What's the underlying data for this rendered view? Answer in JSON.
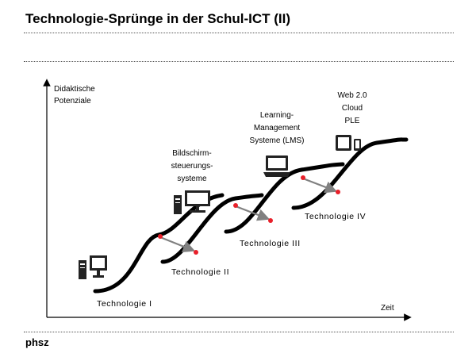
{
  "slide": {
    "title": "Technologie-Sprünge in der Schul-ICT (II)",
    "footer": "phsz"
  },
  "axes": {
    "y_label_lines": [
      "Didaktische",
      "Potenziale"
    ],
    "x_label": "Zeit"
  },
  "technologies": [
    {
      "label": "Technologie I",
      "icon": "desktop-pc-icon"
    },
    {
      "label": "Technologie II",
      "icon": "desktop-pc-icon",
      "caption_lines": [
        "Bildschirm-",
        "steuerungs-",
        "systeme"
      ]
    },
    {
      "label": "Technologie III",
      "icon": "laptop-icon",
      "caption_lines": [
        "Learning-",
        "Management",
        "Systeme (LMS)"
      ]
    },
    {
      "label": "Technologie IV",
      "icon": "tablet-phone-icon",
      "caption_lines": [
        "Web 2.0",
        "Cloud",
        "PLE"
      ]
    }
  ],
  "colors": {
    "curve": "#000000",
    "arrow": "#808080",
    "marker": "#e8202a"
  }
}
